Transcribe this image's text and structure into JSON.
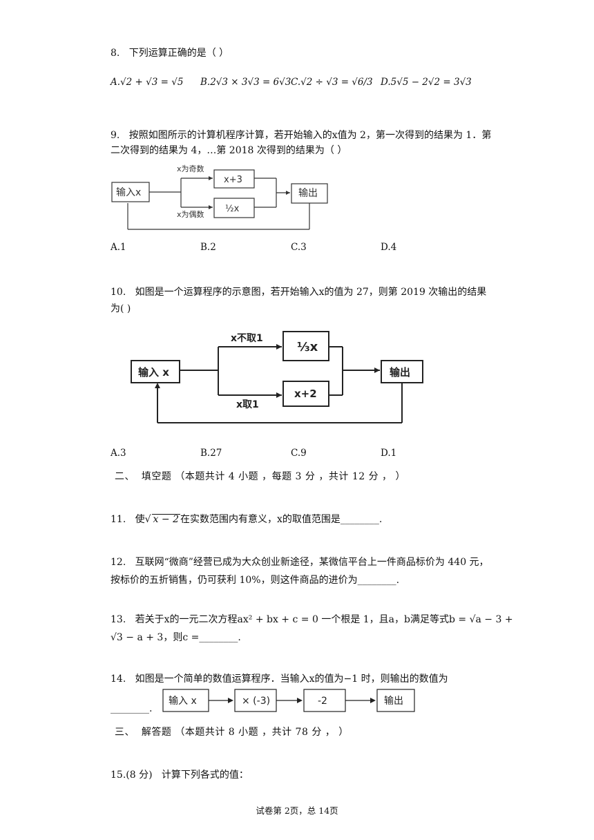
{
  "q8": {
    "stem": "8.   下列运算正确的是（  ）",
    "options": [
      "A.√2 + √3 = √5",
      "B.2√3 × 3√3 = 6√3",
      "C.√2 ÷ √3 = √6/3",
      "D.5√5 − 2√2 = 3√3"
    ]
  },
  "q9": {
    "line1": "9.   按照如图所示的计算机程序计算，若开始输入的x值为 2，第一次得到的结果为 1．第",
    "line2": "二次得到的结果为 4，…第 2018 次得到的结果为（          ）",
    "diagram": {
      "input": "输入x",
      "odd_label": "x为奇数",
      "even_label": "x为偶数",
      "top_box": "x+3",
      "bottom_box": "½x",
      "output": "输出"
    },
    "options": [
      "A.1",
      "B.2",
      "C.3",
      "D.4"
    ]
  },
  "q10": {
    "line1": "10.   如图是一个运算程序的示意图，若开始输入x的值为 27，则第 2019 次输出的结果",
    "line2": "为(          )",
    "diagram": {
      "input": "输入 x",
      "top_label": "x不取1",
      "bottom_label": "x取1",
      "top_box": "⅓x",
      "bottom_box": "x+2",
      "output": "输出"
    },
    "options": [
      "A.3",
      "B.27",
      "C.9",
      "D.1"
    ]
  },
  "section2": "二、  填空题 （本题共计 4 小题 ，每题 3 分 ，共计 12 分 ， ）",
  "q11": {
    "prefix": "11.   使",
    "radicand": "x − 2",
    "suffix": "在实数范围内有意义，x的取值范围是________."
  },
  "q12": {
    "line1": "12.   互联网“微商”经营已成为大众创业新途径，某微信平台上一件商品标价为 440 元，",
    "line2": "按标价的五折销售，仍可获利 10%，则这件商品的进价为________."
  },
  "q13": {
    "line1": "13.   若关于x的一元二次方程ax² + bx + c = 0 一个根是 1，且a，b满足等式b = √a − 3 +",
    "line2": "√3 − a + 3，则c =________."
  },
  "q14": {
    "line1": "14.   如图是一个简单的数值运算程序．当输入x的值为−1 时，则输出的数值为",
    "line2": "________.",
    "boxes": [
      "输入 x",
      "× (-3)",
      "-2",
      "输出"
    ]
  },
  "section3": "三、  解答题 （本题共计 8 小题 ，共计 78 分 ， ）",
  "q15": "15.(8 分)   计算下列各式的值：",
  "footer": "试卷第 2页，总 14页"
}
